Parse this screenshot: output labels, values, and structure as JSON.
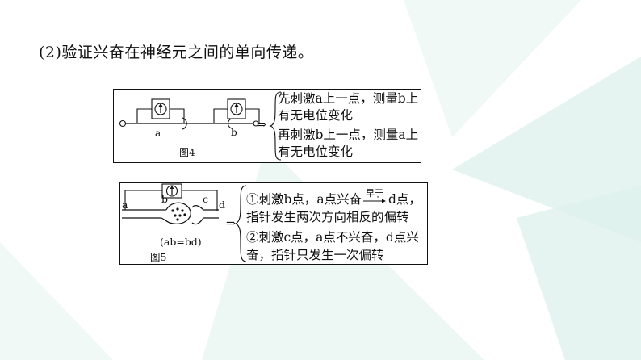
{
  "heading": "(2)验证兴奋在神经元之间的单向传递。",
  "figure4": {
    "label_a": "a",
    "label_b": "b",
    "caption": "图4",
    "arrow": "⇒",
    "case1_line1": "先刺激a上一点，测量b上",
    "case1_line2": "有无电位变化",
    "case2_line1": "再刺激b上一点，测量a上",
    "case2_line2": "有无电位变化"
  },
  "figure5": {
    "label_a": "a",
    "label_b": "b",
    "label_c": "c",
    "label_d": "d",
    "equation": "(ab=bd)",
    "caption": "图5",
    "arrow": "⇒",
    "case1_line1_start": "①刺激b点，a点兴奋",
    "case1_above_arrow": "早于",
    "case1_line1_end": "d点，",
    "case1_line2": "指针发生两次方向相反的偏转",
    "case2_line1": "②刺激c点，a点不兴奋，d点兴",
    "case2_line2": "奋，指针只发生一次偏转"
  },
  "colors": {
    "background_accent": "#d9efea",
    "line": "#111111"
  }
}
